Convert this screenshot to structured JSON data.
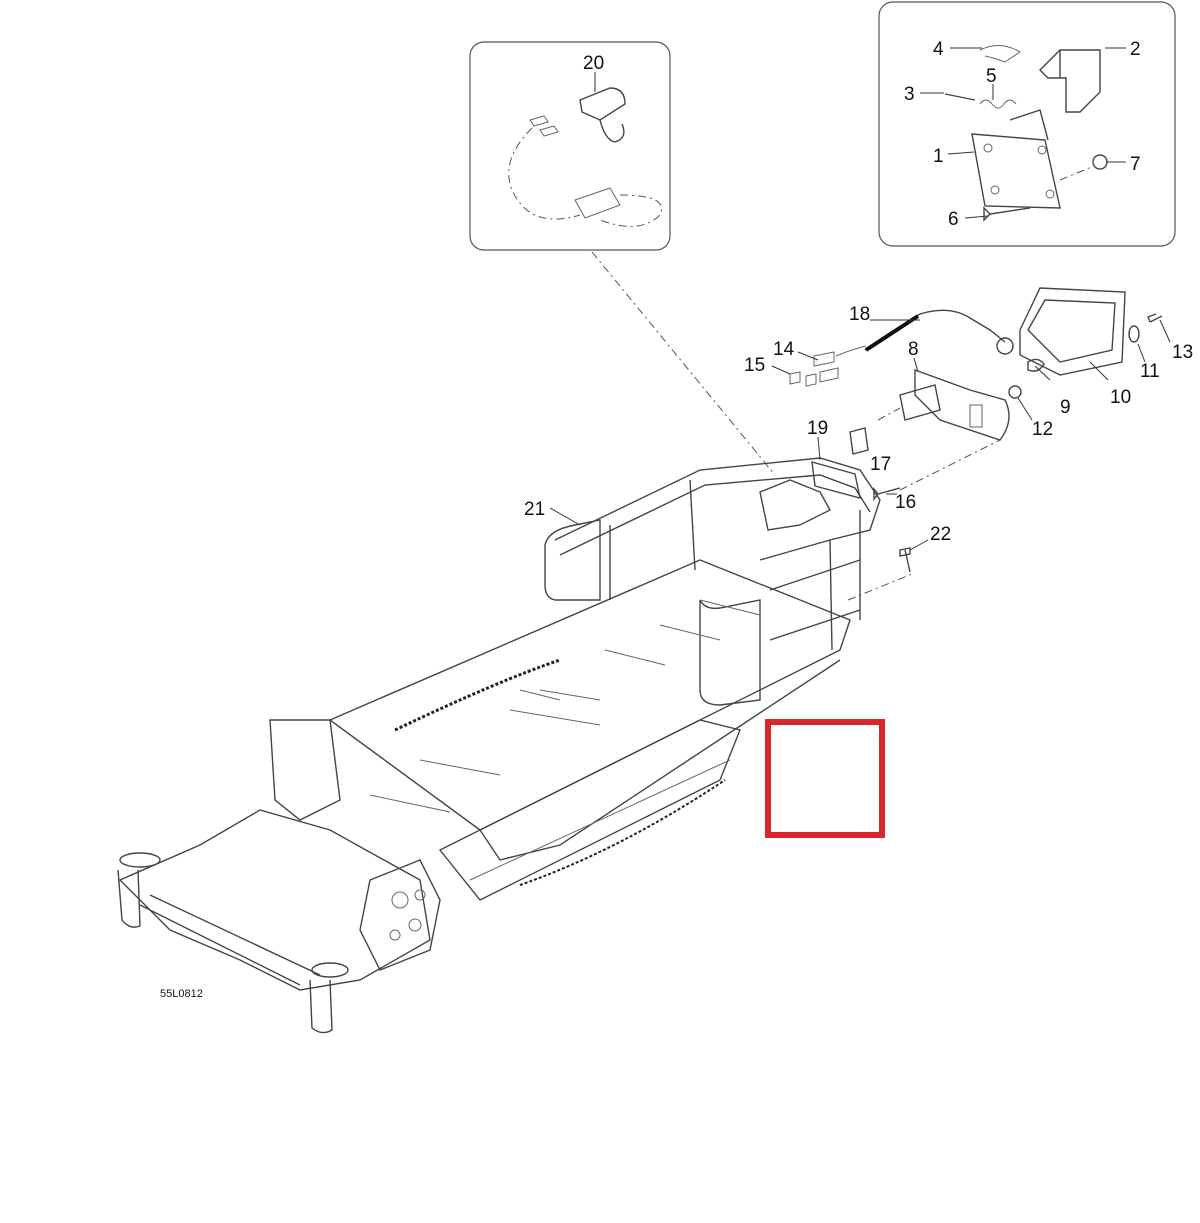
{
  "diagram": {
    "reference_code": "55L0812",
    "callouts": [
      "1",
      "2",
      "3",
      "4",
      "5",
      "6",
      "7",
      "8",
      "9",
      "10",
      "11",
      "12",
      "13",
      "14",
      "15",
      "16",
      "17",
      "18",
      "19",
      "20",
      "21",
      "22"
    ],
    "highlight_color": "#d9262c",
    "line_color": "#444444"
  }
}
